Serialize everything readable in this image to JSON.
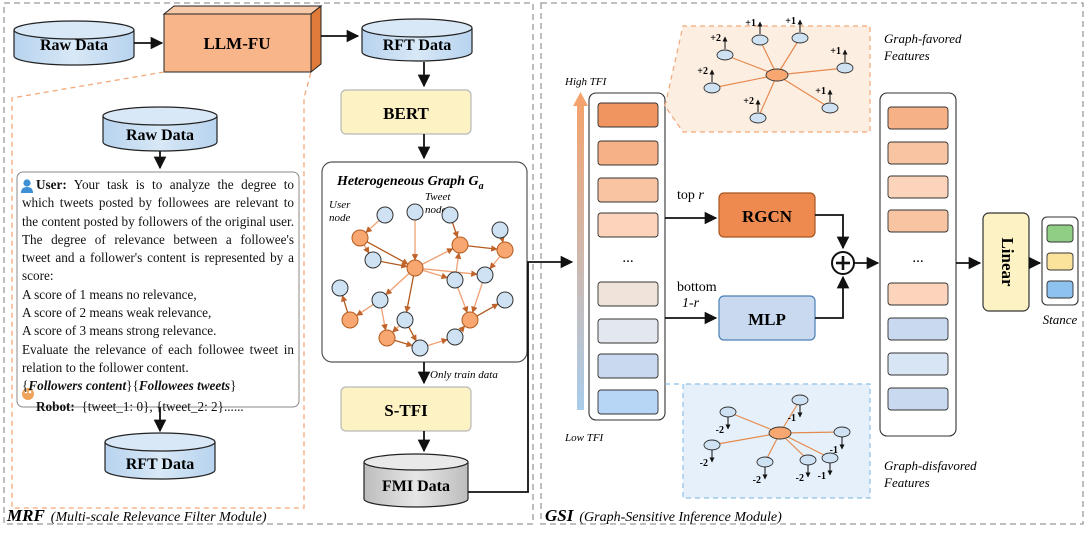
{
  "modules": {
    "mrf": {
      "abbr": "MRF",
      "full": "(Multi-scale Relevance Filter Module)"
    },
    "gsi": {
      "abbr": "GSI",
      "full": "(Graph-Sensitive Inference Module)"
    }
  },
  "mrf": {
    "raw_data_top": "Raw Data",
    "llm_fu": "LLM-FU",
    "rft_data_top": "RFT Data",
    "bert": "BERT",
    "graph_title": "Heterogeneous Graph G",
    "graph_title_sub": "a",
    "user_node_label": "User node",
    "tweet_node_label": "Tweet node",
    "s_tfi": "S-TFI",
    "only_train": "Only train data",
    "fmi_data": "FMI Data",
    "raw_data_inner": "Raw Data",
    "rft_data_bottom": "RFT Data"
  },
  "prompt": {
    "user_label": "User:",
    "user_text": "Your task is to analyze the degree to which tweets posted by followees are relevant to the content posted by followers of the original user. The degree of relevance between a followee's tweet and a follower's content is represented by a score:",
    "score_lines": [
      "A score of 1 means no relevance,",
      "A score of 2 means weak relevance,",
      "A score of 3 means strong relevance."
    ],
    "eval_text": "Evaluate the relevance of each followee tweet in relation to the follower content.",
    "followers_content": "Followers content",
    "followees_tweets": "Followees tweets",
    "robot_label": "Robot:",
    "robot_text": "{tweet_1: 0}, {tweet_2: 2}......"
  },
  "gsi": {
    "high_tfi": "High TFI",
    "low_tfi": "Low TFI",
    "ellipsis": "...",
    "top_r_prefix": "top ",
    "top_r_var": "r",
    "bottom_label": "bottom",
    "bottom_var": "1-r",
    "rgcn": "RGCN",
    "mlp": "MLP",
    "linear": "Linear",
    "stance": "Stance",
    "graph_favored": "Graph-favored Features",
    "graph_disfavored": "Graph-disfavored Features",
    "plus_labels": [
      "+2",
      "+1",
      "+1",
      "+2",
      "+1",
      "+2",
      "+1"
    ],
    "minus_labels": [
      "-2",
      "-1",
      "-1",
      "-2",
      "-2",
      "-2",
      "-1"
    ]
  },
  "colors": {
    "cylinder": "#cfe2f3",
    "orange_box": "#f9b58a",
    "cream_box": "#fdf2c4",
    "dark_orange": "#ee8a4f",
    "blue_box": "#c9daf0",
    "dash_orange": "#f3a878",
    "dash_blue": "#8ec0e8",
    "stance_green": "#8fce84",
    "stance_yellow": "#fbe39c",
    "stance_blue": "#8fc3ef"
  }
}
